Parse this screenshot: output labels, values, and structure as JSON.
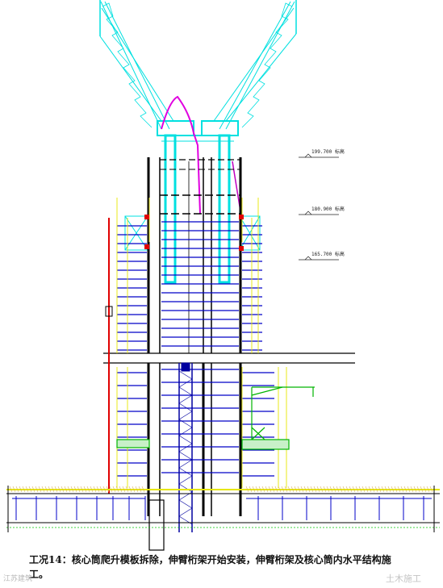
{
  "caption": {
    "text": "工况14：核心筒爬升模板拆除，伸臂桁架开始安装，伸臂桁架及核心筒内水平结构施",
    "tail": "工。"
  },
  "elevations": [
    {
      "label": "199.700 标高"
    },
    {
      "label": "180.900 标高"
    },
    {
      "label": "165.700 标高"
    }
  ],
  "watermark": {
    "left": "江苏建筑",
    "right": "土木施工"
  },
  "colors": {
    "crane": "#00e5e5",
    "structure": "#000000",
    "formwork": "#e6e600",
    "beams": "#0000c8",
    "red_line": "#e00000",
    "magenta": "#e000e0",
    "green": "#00c800"
  }
}
